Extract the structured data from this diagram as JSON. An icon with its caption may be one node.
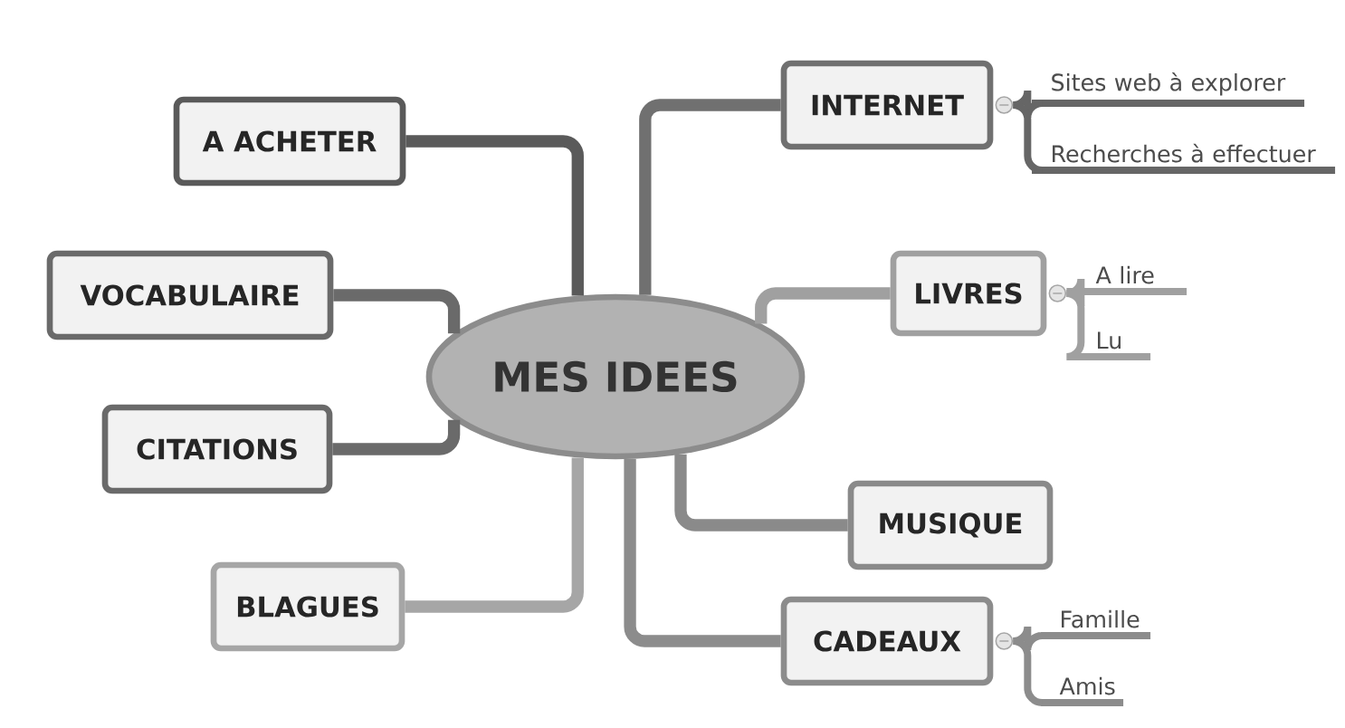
{
  "diagram": {
    "nodes": [
      {
        "text": [
          "MES IDEES"
        ]
      },
      {
        "text": [
          "A ACHETER"
        ]
      },
      {
        "text": [
          "VOCABULAIRE"
        ]
      },
      {
        "text": [
          "CITATIONS"
        ]
      },
      {
        "text": [
          "BLAGUES"
        ]
      },
      {
        "text": [
          "INTERNET"
        ]
      },
      {
        "text": [
          "LIVRES"
        ]
      },
      {
        "text": [
          "MUSIQUE"
        ]
      },
      {
        "text": [
          "CADEAUX"
        ]
      },
      {
        "text": [
          "Sites web à explorer"
        ]
      },
      {
        "text": [
          "Recherches à effectuer"
        ]
      },
      {
        "text": [
          "A lire"
        ]
      },
      {
        "text": [
          "Lu"
        ]
      },
      {
        "text": [
          "Famille"
        ]
      },
      {
        "text": [
          "Amis"
        ]
      }
    ],
    "edges": [
      {
        "from": 0,
        "to": 1,
        "arrow": "none",
        "color": "#5a5a5a"
      },
      {
        "from": 0,
        "to": 2,
        "arrow": "none",
        "color": "#6a6a6a"
      },
      {
        "from": 0,
        "to": 3,
        "arrow": "none",
        "color": "#6a6a6a"
      },
      {
        "from": 0,
        "to": 4,
        "arrow": "none",
        "color": "#a6a6a6"
      },
      {
        "from": 0,
        "to": 5,
        "arrow": "none",
        "color": "#707070"
      },
      {
        "from": 0,
        "to": 6,
        "arrow": "none",
        "color": "#a0a0a0"
      },
      {
        "from": 0,
        "to": 7,
        "arrow": "none",
        "color": "#8a8a8a"
      },
      {
        "from": 0,
        "to": 8,
        "arrow": "none",
        "color": "#8c8c8c"
      },
      {
        "from": 5,
        "to": 9,
        "arrow": "none",
        "color": "#666666"
      },
      {
        "from": 5,
        "to": 10,
        "arrow": "none",
        "color": "#666666"
      },
      {
        "from": 6,
        "to": 11,
        "arrow": "none",
        "color": "#a0a0a0"
      },
      {
        "from": 6,
        "to": 12,
        "arrow": "none",
        "color": "#a0a0a0"
      },
      {
        "from": 8,
        "to": 13,
        "arrow": "none",
        "color": "#8c8c8c"
      },
      {
        "from": 8,
        "to": 14,
        "arrow": "none",
        "color": "#8c8c8c"
      }
    ]
  }
}
